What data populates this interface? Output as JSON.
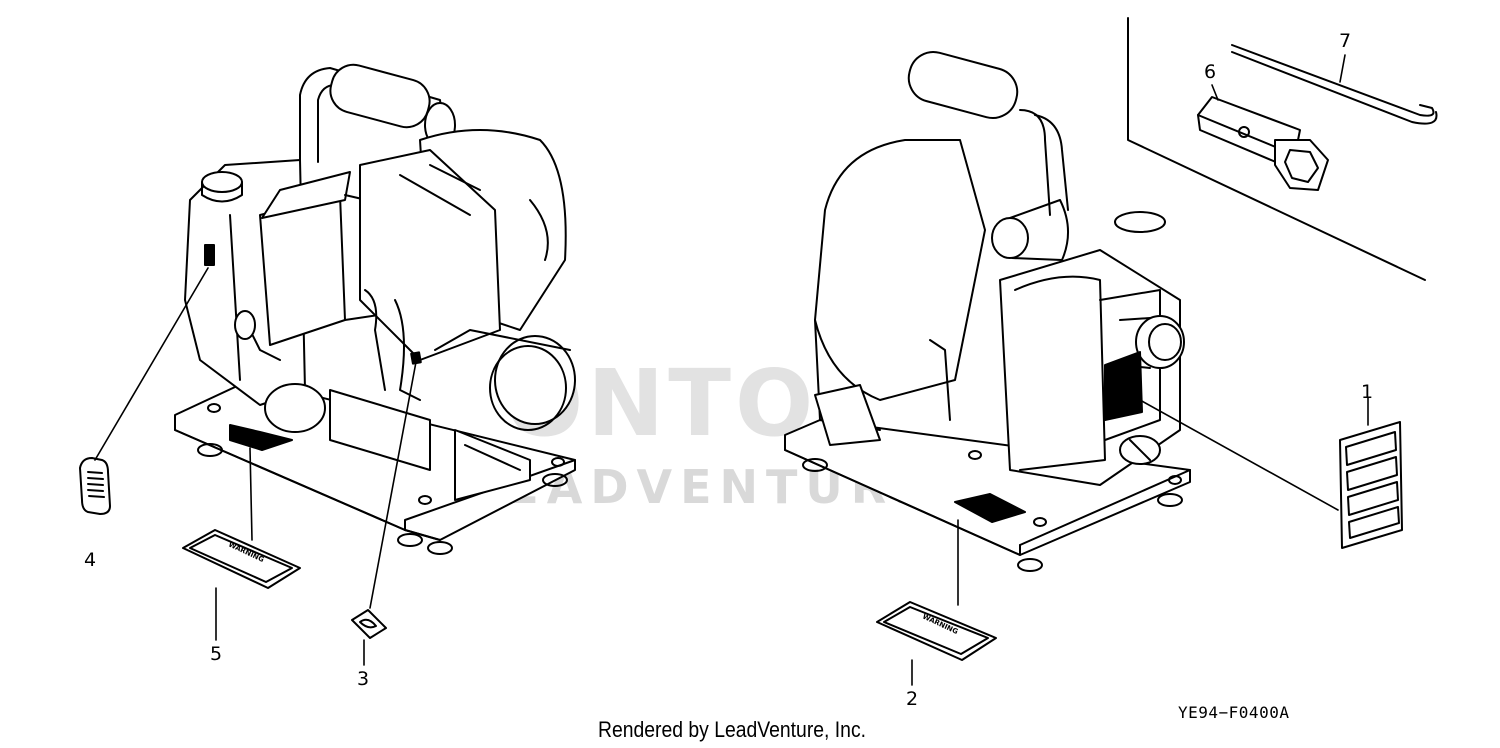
{
  "watermark": {
    "line1": "ONTO",
    "line2": "LEADVENTURE"
  },
  "diagram_code": "YE94−F0400A",
  "credit": "Rendered by LeadVenture, Inc.",
  "warning_label_text": "WARNING",
  "callouts": [
    {
      "id": "1",
      "label": "1"
    },
    {
      "id": "2",
      "label": "2"
    },
    {
      "id": "3",
      "label": "3"
    },
    {
      "id": "4",
      "label": "4"
    },
    {
      "id": "5",
      "label": "5"
    },
    {
      "id": "6",
      "label": "6"
    },
    {
      "id": "7",
      "label": "7"
    }
  ]
}
